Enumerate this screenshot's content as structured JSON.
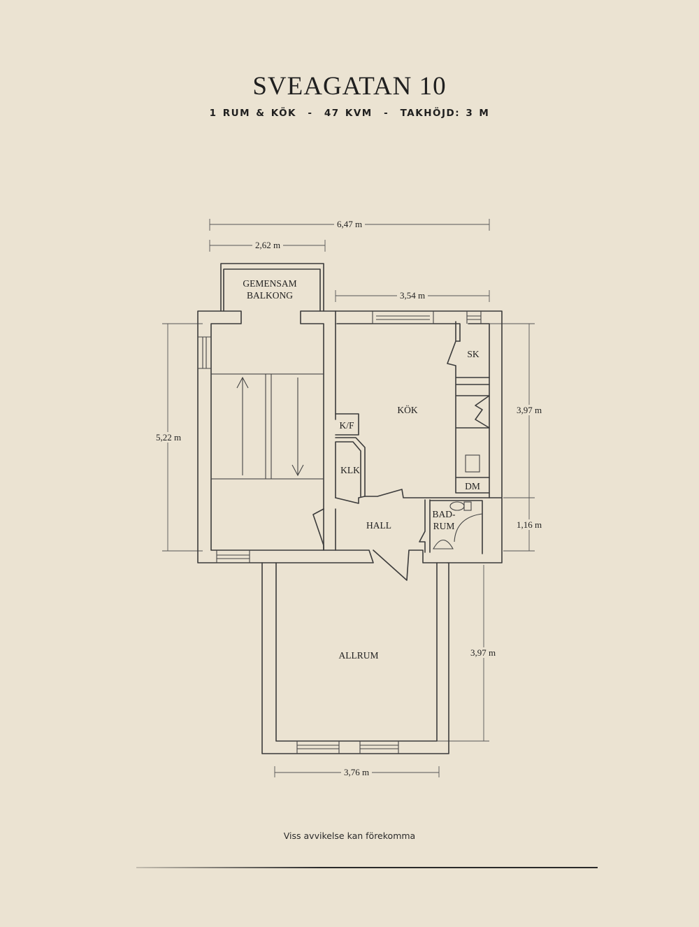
{
  "header": {
    "title": "SVEAGATAN 10",
    "subtitle": "1 RUM & KÖK  -  47 KVM  -  TAKHÖJD: 3 M"
  },
  "rooms": {
    "balcony_line1": "GEMENSAM",
    "balcony_line2": "BALKONG",
    "kitchen": "KÖK",
    "storage": "SK",
    "fridge": "K/F",
    "wardrobe": "KLK",
    "dishwasher": "DM",
    "hall": "HALL",
    "bath_line1": "BAD-",
    "bath_line2": "RUM",
    "living": "ALLRUM"
  },
  "dimensions": {
    "total_width": "6,47 m",
    "balcony_width": "2,62 m",
    "kitchen_width": "3,54 m",
    "left_height": "5,22 m",
    "kitchen_height": "3,97 m",
    "bath_height": "1,16 m",
    "living_height": "3,97 m",
    "living_width": "3,76 m"
  },
  "footer": {
    "disclaimer": "Viss avvikelse kan förekomma"
  }
}
